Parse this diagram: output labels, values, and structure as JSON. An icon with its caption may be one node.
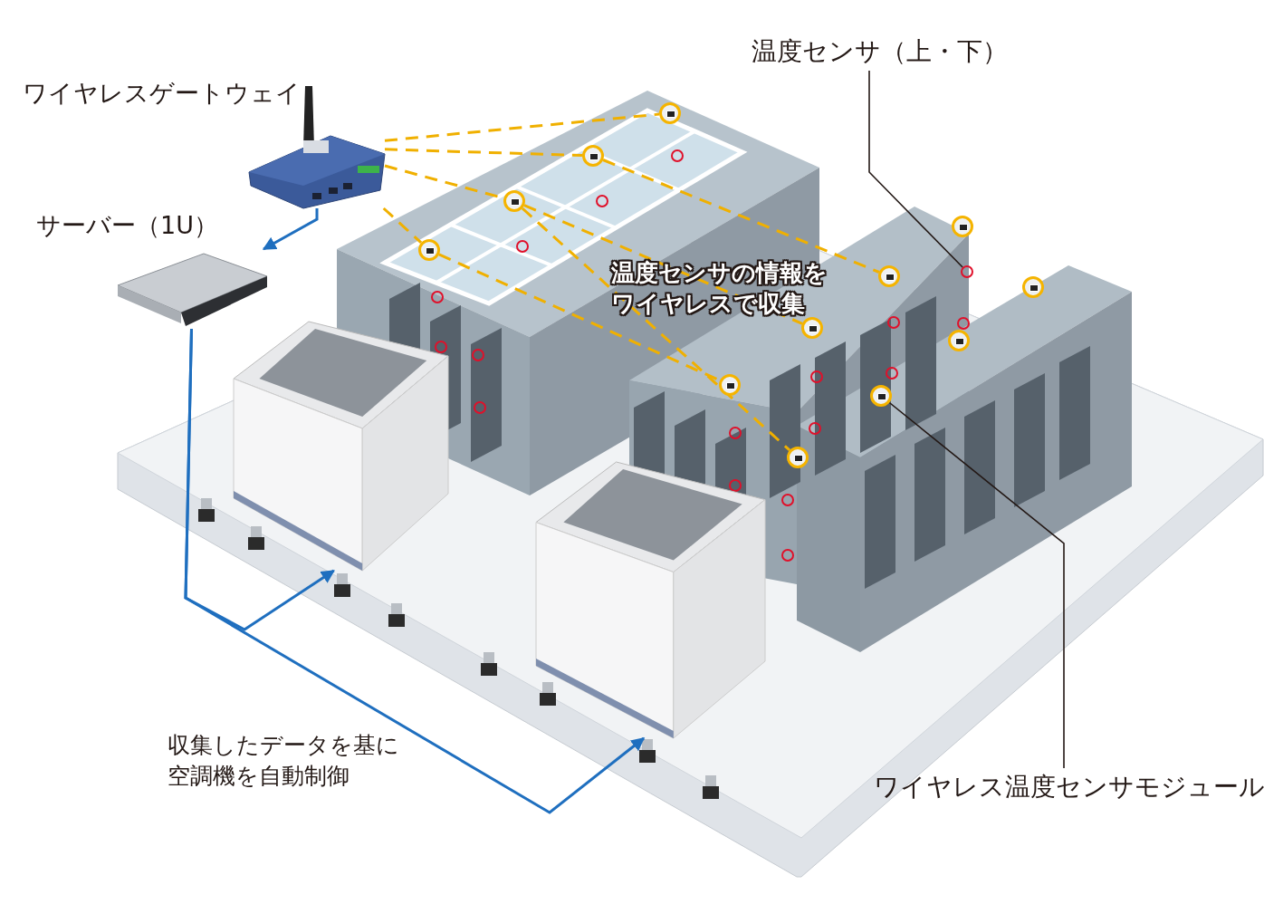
{
  "diagram": {
    "nodes": [
      {
        "text": [],
        "shape": "picture",
        "beside": [
          "ワイヤレスゲートウェイ"
        ]
      },
      {
        "text": [],
        "shape": "picture",
        "beside": [
          "サーバー（1U）"
        ]
      },
      {
        "text": [],
        "shape": "picture"
      },
      {
        "text": [],
        "shape": "picture"
      },
      {
        "text": [],
        "shape": "circle"
      },
      {
        "text": [],
        "shape": "circle"
      },
      {
        "text": [],
        "shape": "circle"
      },
      {
        "text": [],
        "shape": "circle"
      },
      {
        "text": [],
        "shape": "circle"
      },
      {
        "text": [],
        "shape": "circle"
      },
      {
        "text": [],
        "shape": "circle"
      },
      {
        "text": [],
        "shape": "circle"
      },
      {
        "text": [],
        "shape": "circle"
      },
      {
        "text": [],
        "shape": "circle"
      },
      {
        "text": [],
        "shape": "circle"
      },
      {
        "text": [],
        "shape": "circle"
      },
      {
        "text": [
          "ワイヤレス温度センサモジュール"
        ]
      },
      {
        "text": [
          "温度センサ（上・下）"
        ]
      },
      {
        "text": [],
        "shape": "circle"
      }
    ],
    "edges": [
      {
        "from": 0,
        "to": 1,
        "arrow": "to",
        "color": "#1f6fbf"
      },
      {
        "from": 1,
        "to": 2,
        "arrow": "to",
        "color": "#1f6fbf"
      },
      {
        "from": 1,
        "to": 3,
        "arrow": "to",
        "color": "#1f6fbf"
      },
      {
        "from": 0,
        "to": 7,
        "arrow": "none",
        "style": "dashed",
        "color": "#f0b000"
      },
      {
        "from": 0,
        "to": 6,
        "arrow": "none",
        "style": "dashed",
        "color": "#f0b000"
      },
      {
        "from": 0,
        "to": 5,
        "arrow": "none",
        "style": "dashed",
        "color": "#f0b000"
      },
      {
        "from": 0,
        "to": 4,
        "arrow": "none",
        "style": "dashed",
        "color": "#f0b000"
      },
      {
        "from": 6,
        "to": 12,
        "arrow": "none",
        "style": "dashed",
        "color": "#f0b000"
      },
      {
        "from": 5,
        "to": 10,
        "arrow": "none",
        "style": "dashed",
        "color": "#f0b000"
      },
      {
        "from": 5,
        "to": 9,
        "arrow": "none",
        "style": "dashed",
        "color": "#f0b000"
      },
      {
        "from": 4,
        "to": 8,
        "arrow": "none",
        "style": "dashed",
        "color": "#f0b000"
      },
      {
        "from": 16,
        "to": 11,
        "arrow": "none",
        "color": "#231815"
      },
      {
        "from": 17,
        "to": 18,
        "arrow": "none",
        "color": "#231815"
      }
    ],
    "labels": [
      "温度センサの情報をワイヤレスで収集",
      "収集したデータを基に空調機を自動制御"
    ]
  }
}
